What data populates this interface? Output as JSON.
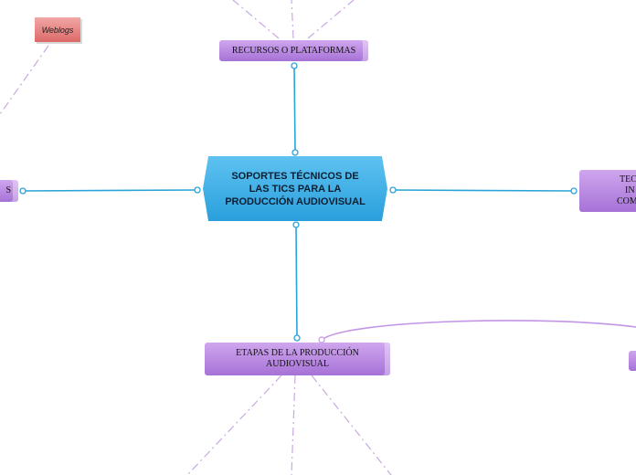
{
  "central_node": {
    "line1": "SOPORTES TÉCNICOS DE",
    "line2": "LAS TICS PARA LA",
    "line3": "PRODUCCIÓN AUDIOVISUAL"
  },
  "nodes": {
    "recursos": "RECURSOS O PLATAFORMAS",
    "etapas_line1": "ETAPAS DE LA PRODUCCIÓN",
    "etapas_line2": "AUDIOVISUAL",
    "left_partial": "S",
    "right_partial_line1": "TEC",
    "right_partial_line2": "IN",
    "right_partial_line3": "COM",
    "weblogs": "Weblogs"
  },
  "colors": {
    "connector": "#2aa4d8",
    "central_fill": "#3aaee6",
    "topic_fill": "#c295e6",
    "subtopic_fill": "#e98583",
    "dashed_link": "#c9a9e0"
  }
}
